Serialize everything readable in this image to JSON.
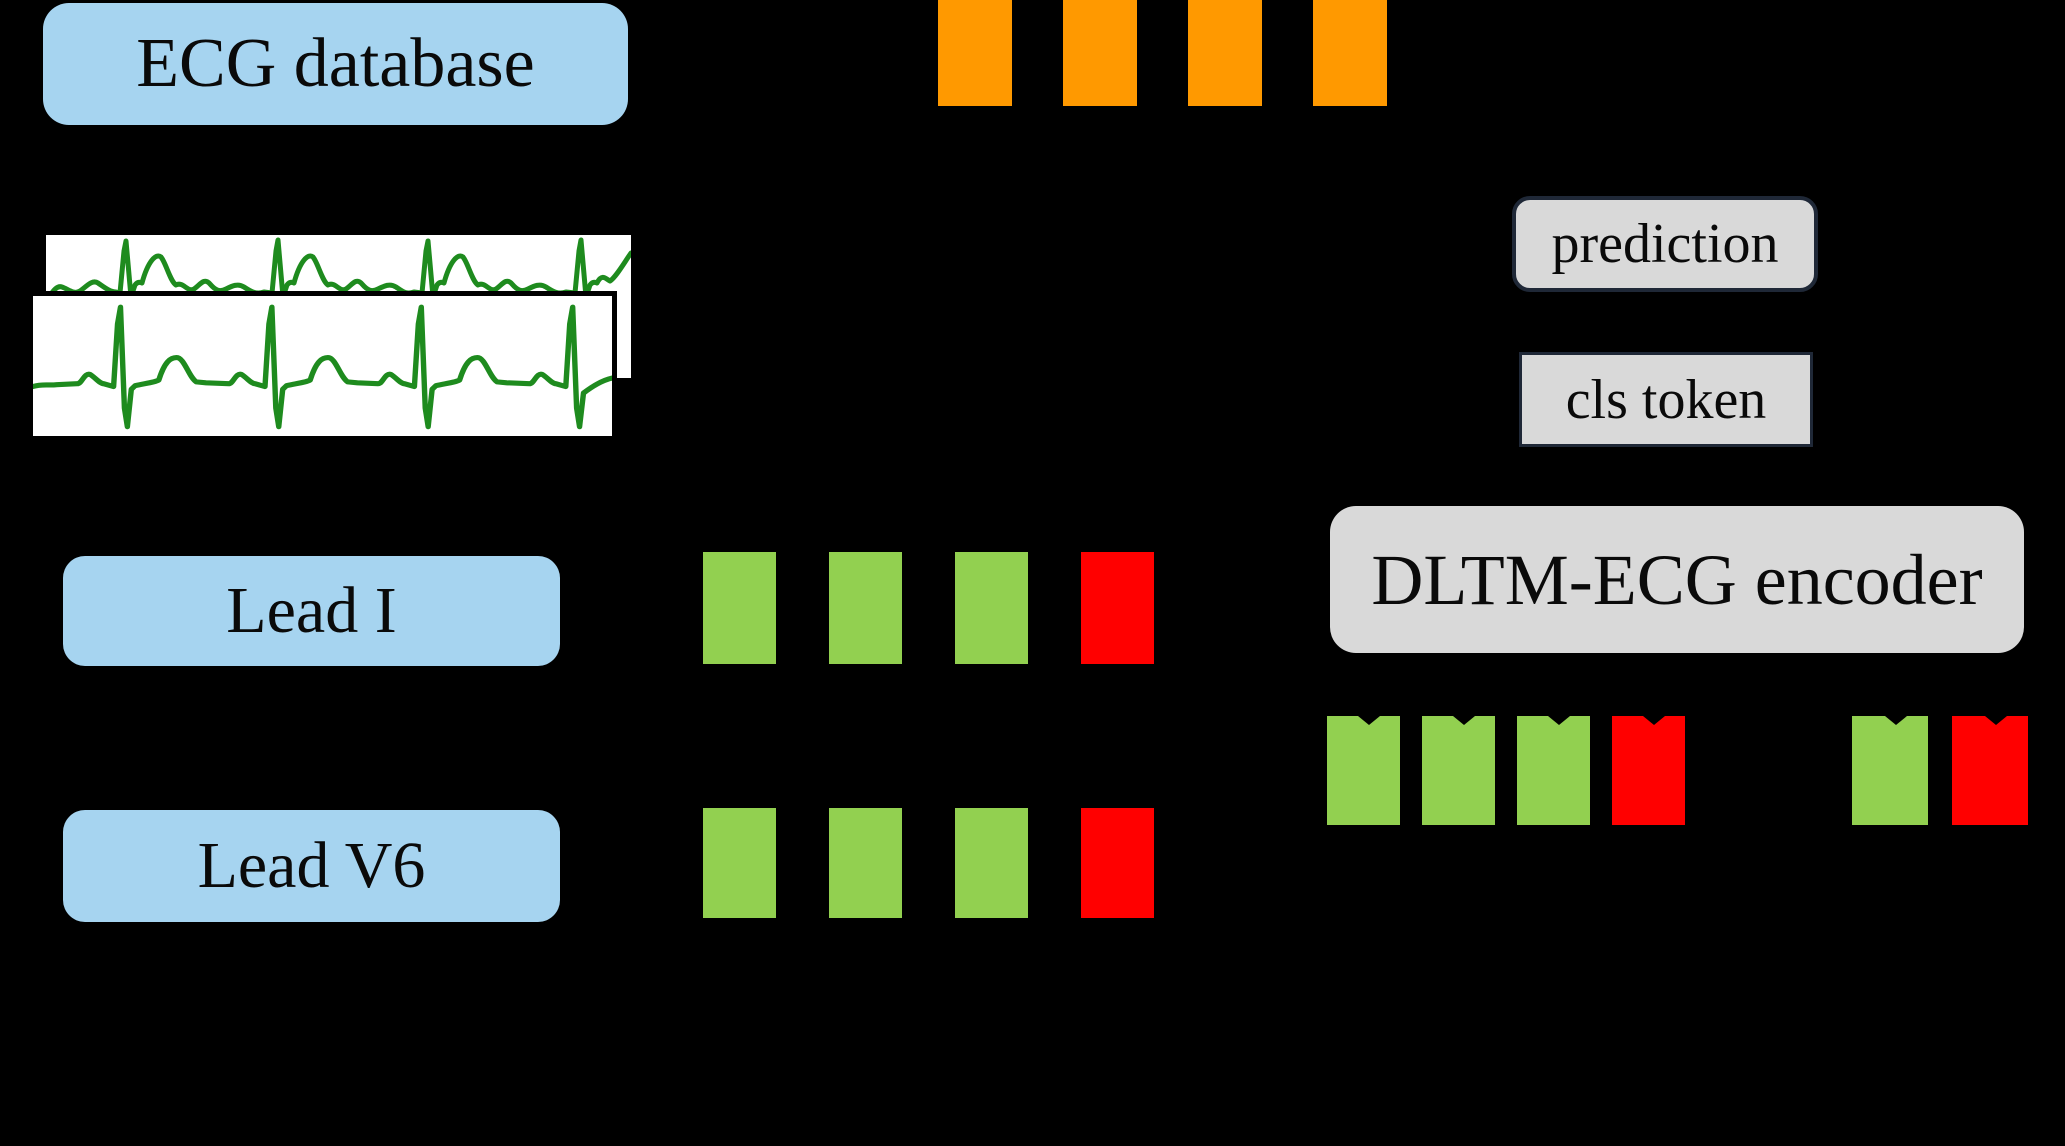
{
  "figure": {
    "ecg_database_label": "ECG database",
    "lead_i_label": "Lead I",
    "lead_v6_label": "Lead V6",
    "prediction_label": "prediction",
    "cls_token_label": "cls token",
    "encoder_label": "DLTM-ECG encoder"
  },
  "colors": {
    "background": "#000000",
    "blue_box": "#A6D4F0",
    "gray_box": "#D9D9D9",
    "dark_border": "#1f2837",
    "orange_token": "#FF9900",
    "green_token": "#92D050",
    "red_token": "#FF0000",
    "trace_green": "#1E8B1E",
    "panel_white": "#FFFFFF"
  },
  "token_groups": {
    "database_tokens": {
      "colors": [
        "orange",
        "orange",
        "orange",
        "orange"
      ]
    },
    "lead_i_tokens": {
      "colors": [
        "green",
        "green",
        "green",
        "red"
      ]
    },
    "lead_v6_tokens": {
      "colors": [
        "green",
        "green",
        "green",
        "red"
      ]
    },
    "encoder_output_main": {
      "colors": [
        "green",
        "green",
        "green",
        "red"
      ]
    },
    "encoder_output_extra": {
      "colors": [
        "green",
        "red"
      ]
    }
  }
}
